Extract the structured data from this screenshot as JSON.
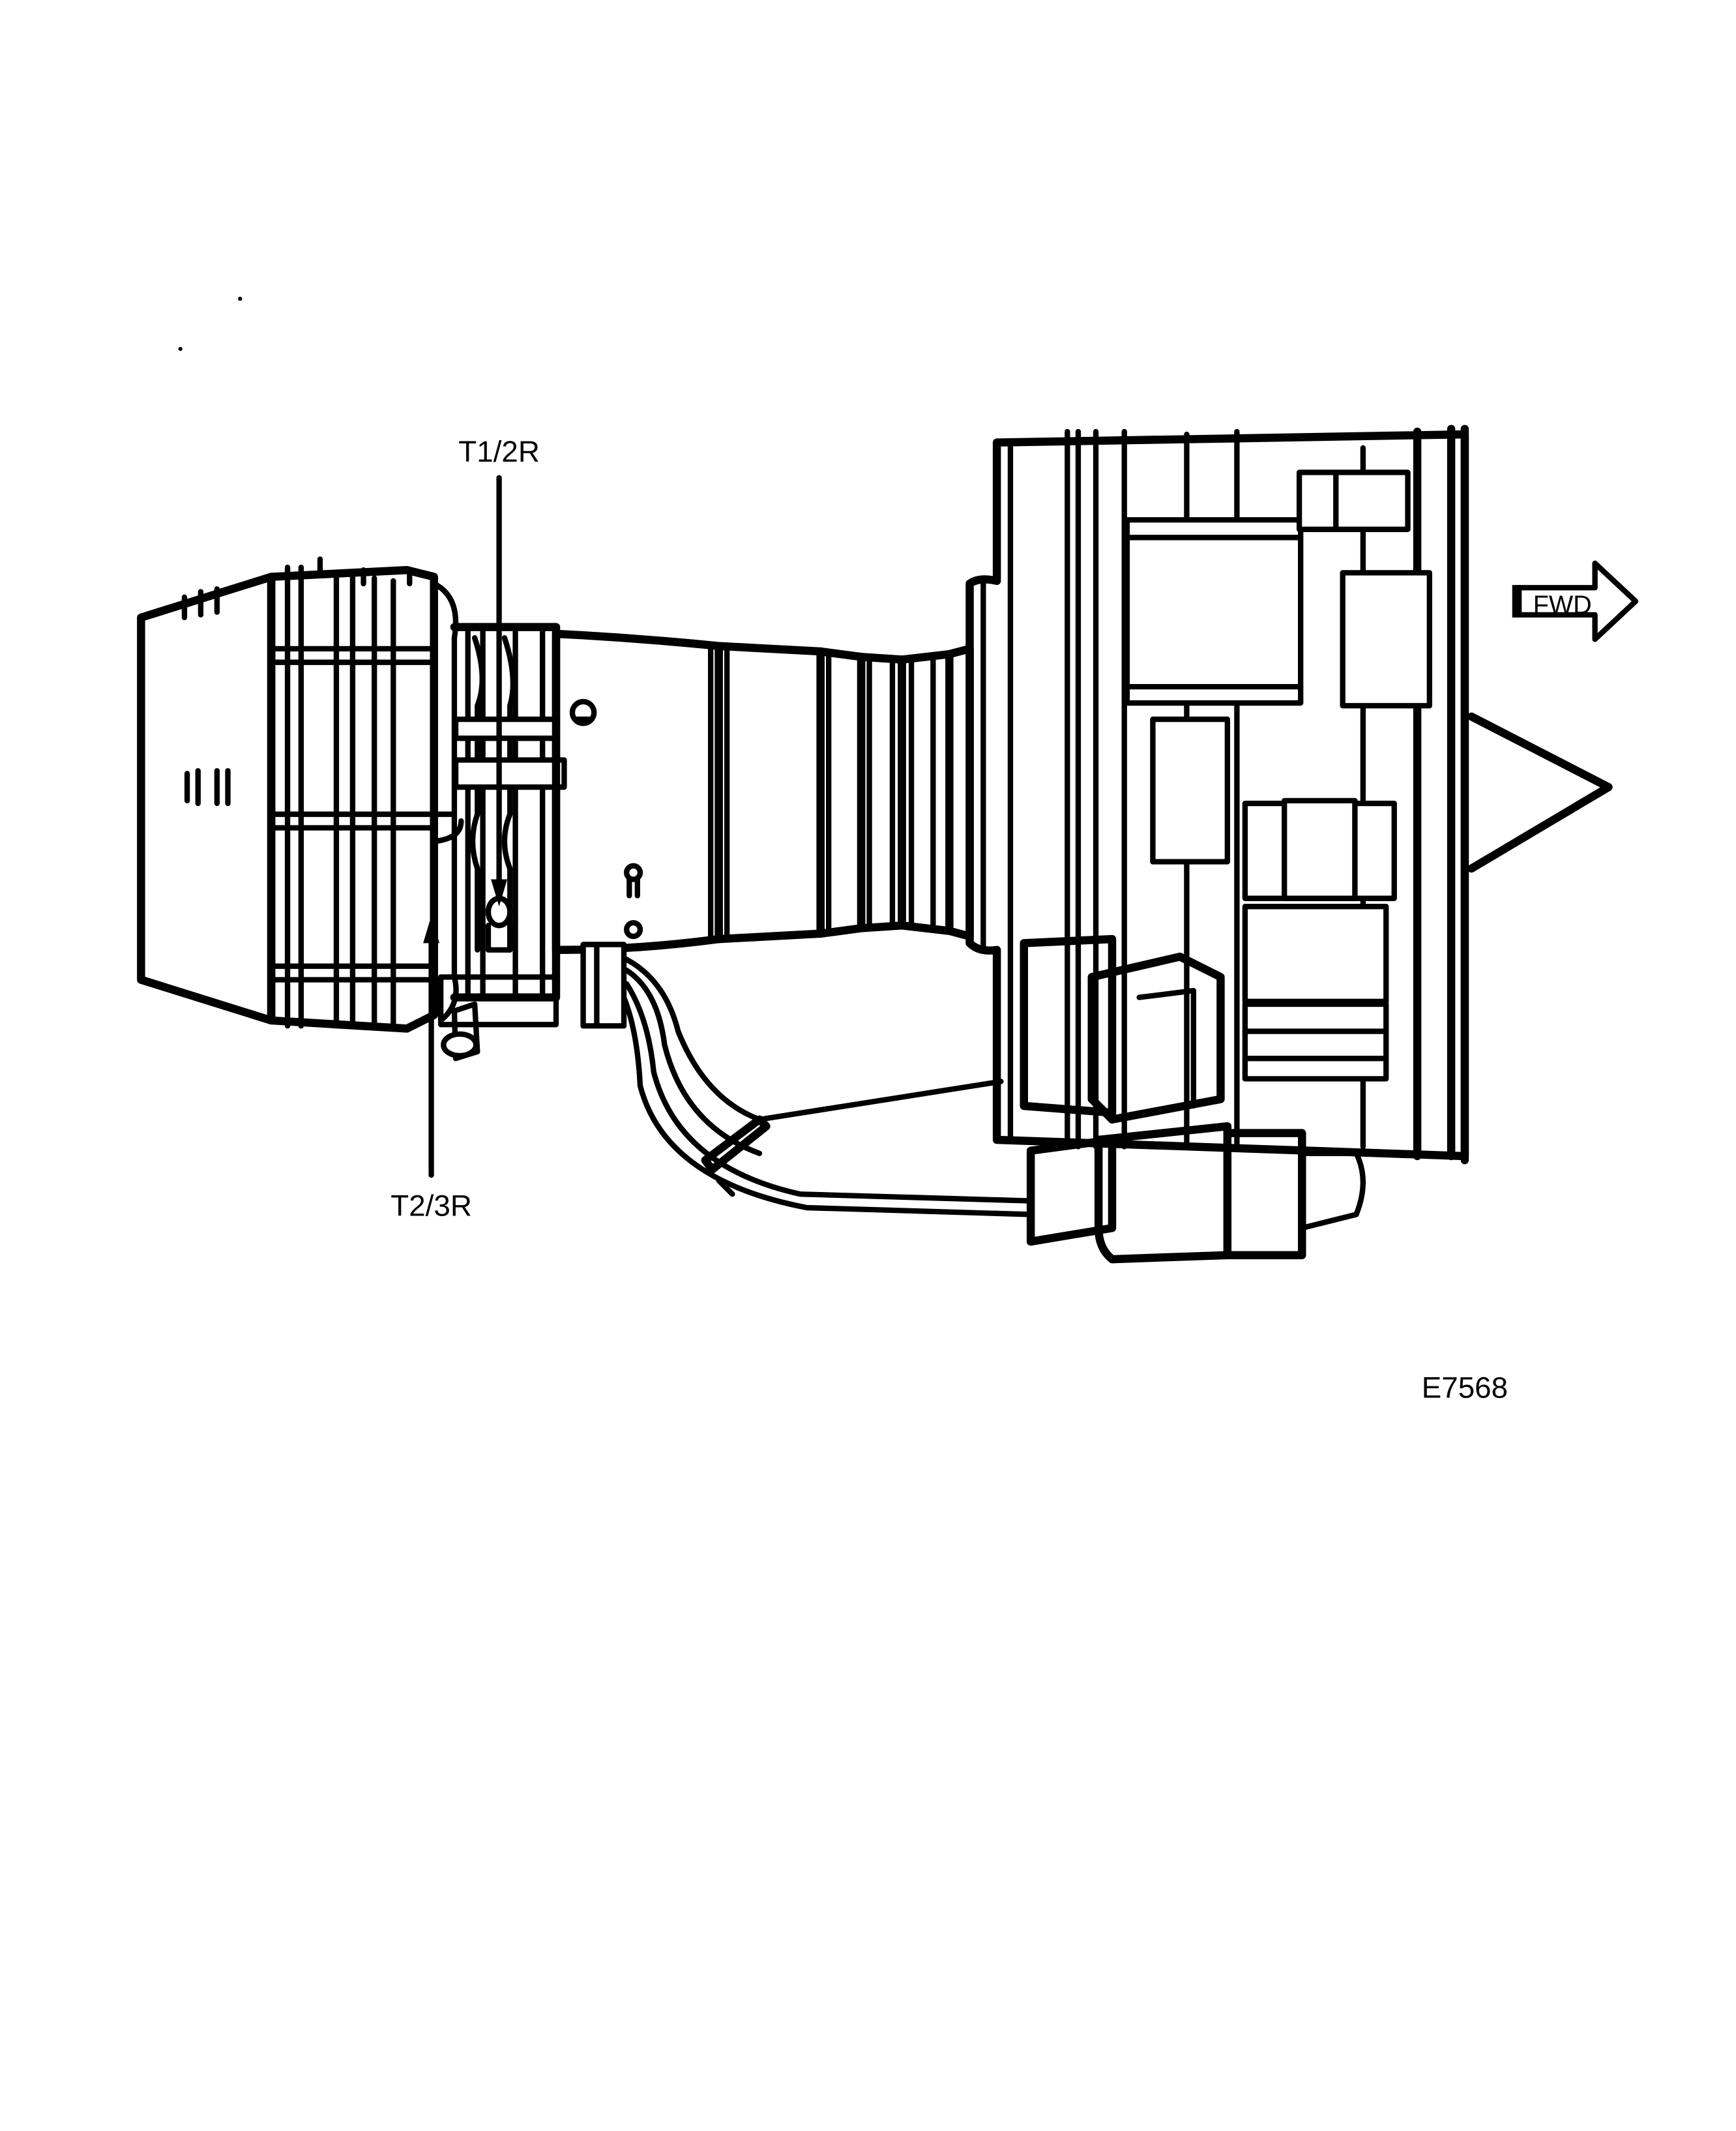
{
  "labels": {
    "callout_top": "T1/2R",
    "callout_bottom": "T2/3R",
    "direction_arrow": "FWD",
    "figure_id": "E7568"
  },
  "colors": {
    "ink": "#000000",
    "paper": "#ffffff"
  }
}
